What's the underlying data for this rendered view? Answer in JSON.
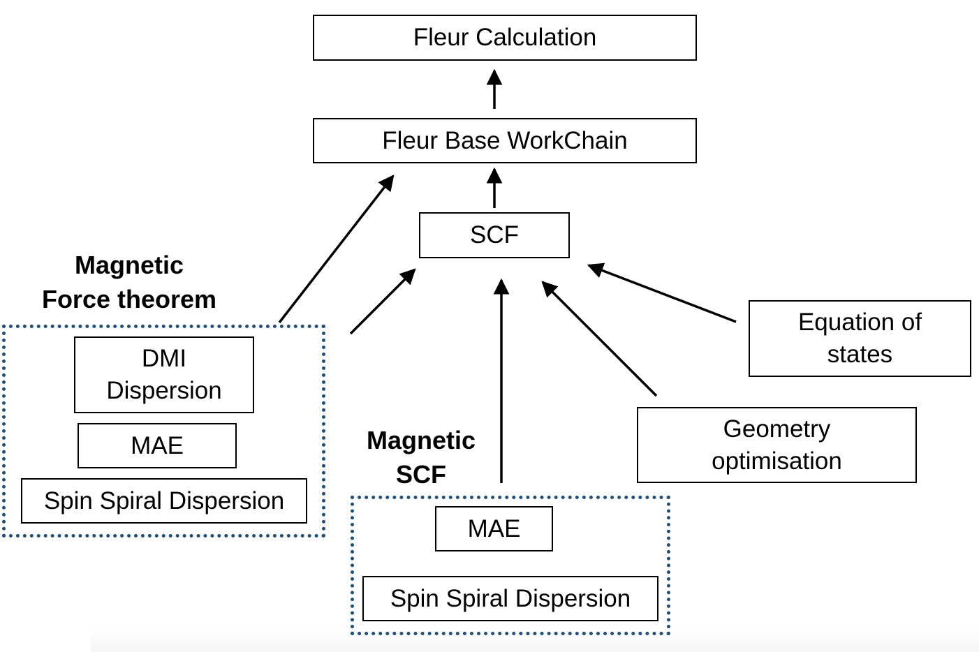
{
  "nodes": {
    "fleur_calculation": "Fleur Calculation",
    "fleur_base_workchain": "Fleur Base WorkChain",
    "scf": "SCF",
    "equation_of_states": [
      "Equation of",
      "states"
    ],
    "geometry_optimisation": [
      "Geometry",
      "optimisation"
    ]
  },
  "groups": {
    "force_theorem": {
      "title": [
        "Magnetic",
        "Force theorem"
      ],
      "items": {
        "dmi_dispersion": [
          "DMI",
          "Dispersion"
        ],
        "mae": "MAE",
        "spin_spiral": "Spin Spiral Dispersion"
      }
    },
    "magnetic_scf": {
      "title": [
        "Magnetic",
        "SCF"
      ],
      "items": {
        "mae": "MAE",
        "spin_spiral": "Spin Spiral Dispersion"
      }
    }
  },
  "colors": {
    "group_border": "#1f4e79",
    "box_border": "#000000",
    "arrow": "#000000"
  }
}
